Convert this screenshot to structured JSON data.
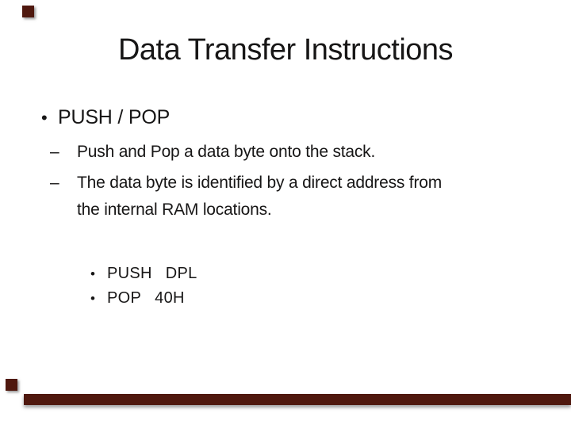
{
  "slide": {
    "title": "Data Transfer Instructions",
    "bullet_char": "•",
    "dash_char": "–",
    "level1_text": "PUSH / POP",
    "level2_items": [
      {
        "line1": "Push and Pop a data byte onto the stack."
      },
      {
        "line1": "The data byte is identified by a direct address from",
        "line2": "the internal RAM locations."
      }
    ],
    "level3_items": [
      {
        "mnemonic": "PUSH",
        "operand": "DPL"
      },
      {
        "mnemonic": "POP",
        "operand": "40H"
      }
    ],
    "colors": {
      "accent": "#4f180e",
      "text": "#171616",
      "background": "#ffffff"
    }
  }
}
